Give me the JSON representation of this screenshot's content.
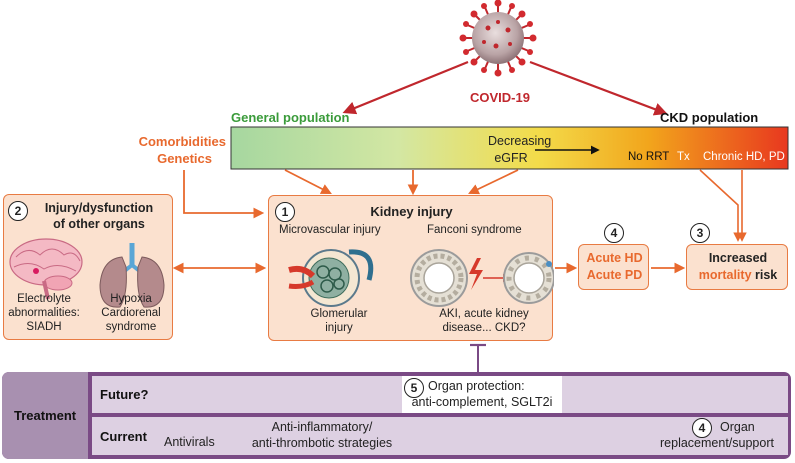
{
  "virus_label": "COVID-19",
  "general_population": "General population",
  "ckd_population": "CKD population",
  "comorbidities": "Comorbidities",
  "genetics": "Genetics",
  "gradient": {
    "decreasing": "Decreasing",
    "egfr": "eGFR",
    "no_rrt": "No RRT",
    "tx": "Tx",
    "chronic": "Chronic HD, PD"
  },
  "box2": {
    "number": "2",
    "title_line1": "Injury/dysfunction",
    "title_line2": "of other organs",
    "electrolyte_line1": "Electrolyte",
    "electrolyte_line2": "abnormalities:",
    "electrolyte_line3": "SIADH",
    "hypoxia_line1": "Hypoxia",
    "hypoxia_line2": "Cardiorenal",
    "hypoxia_line3": "syndrome"
  },
  "box1": {
    "number": "1",
    "title": "Kidney injury",
    "microvascular": "Microvascular injury",
    "fanconi": "Fanconi syndrome",
    "glomerular_line1": "Glomerular",
    "glomerular_line2": "injury",
    "aki_line1": "AKI, acute kidney",
    "aki_line2": "disease... CKD?"
  },
  "box4": {
    "number": "4",
    "line1": "Acute HD",
    "line2": "Acute PD"
  },
  "box3": {
    "number": "3",
    "line1": "Increased",
    "mortality": "mortality",
    "risk": "risk"
  },
  "treatment": {
    "label": "Treatment",
    "future": "Future?",
    "current": "Current",
    "organ_protection_number": "5",
    "organ_protection_line1": "Organ protection:",
    "organ_protection_line2": "anti-complement, SGLT2i",
    "antivirals": "Antivirals",
    "antiinflammatory_line1": "Anti-inflammatory/",
    "antiinflammatory_line2": "anti-thrombotic strategies",
    "organ_replacement_number": "4",
    "organ_replacement_line1": "Organ",
    "organ_replacement_line2": "replacement/support"
  },
  "colors": {
    "orange": "#e8692e",
    "dark_red": "#c0272d",
    "green": "#3a9b3a",
    "purple": "#7a4a85"
  }
}
